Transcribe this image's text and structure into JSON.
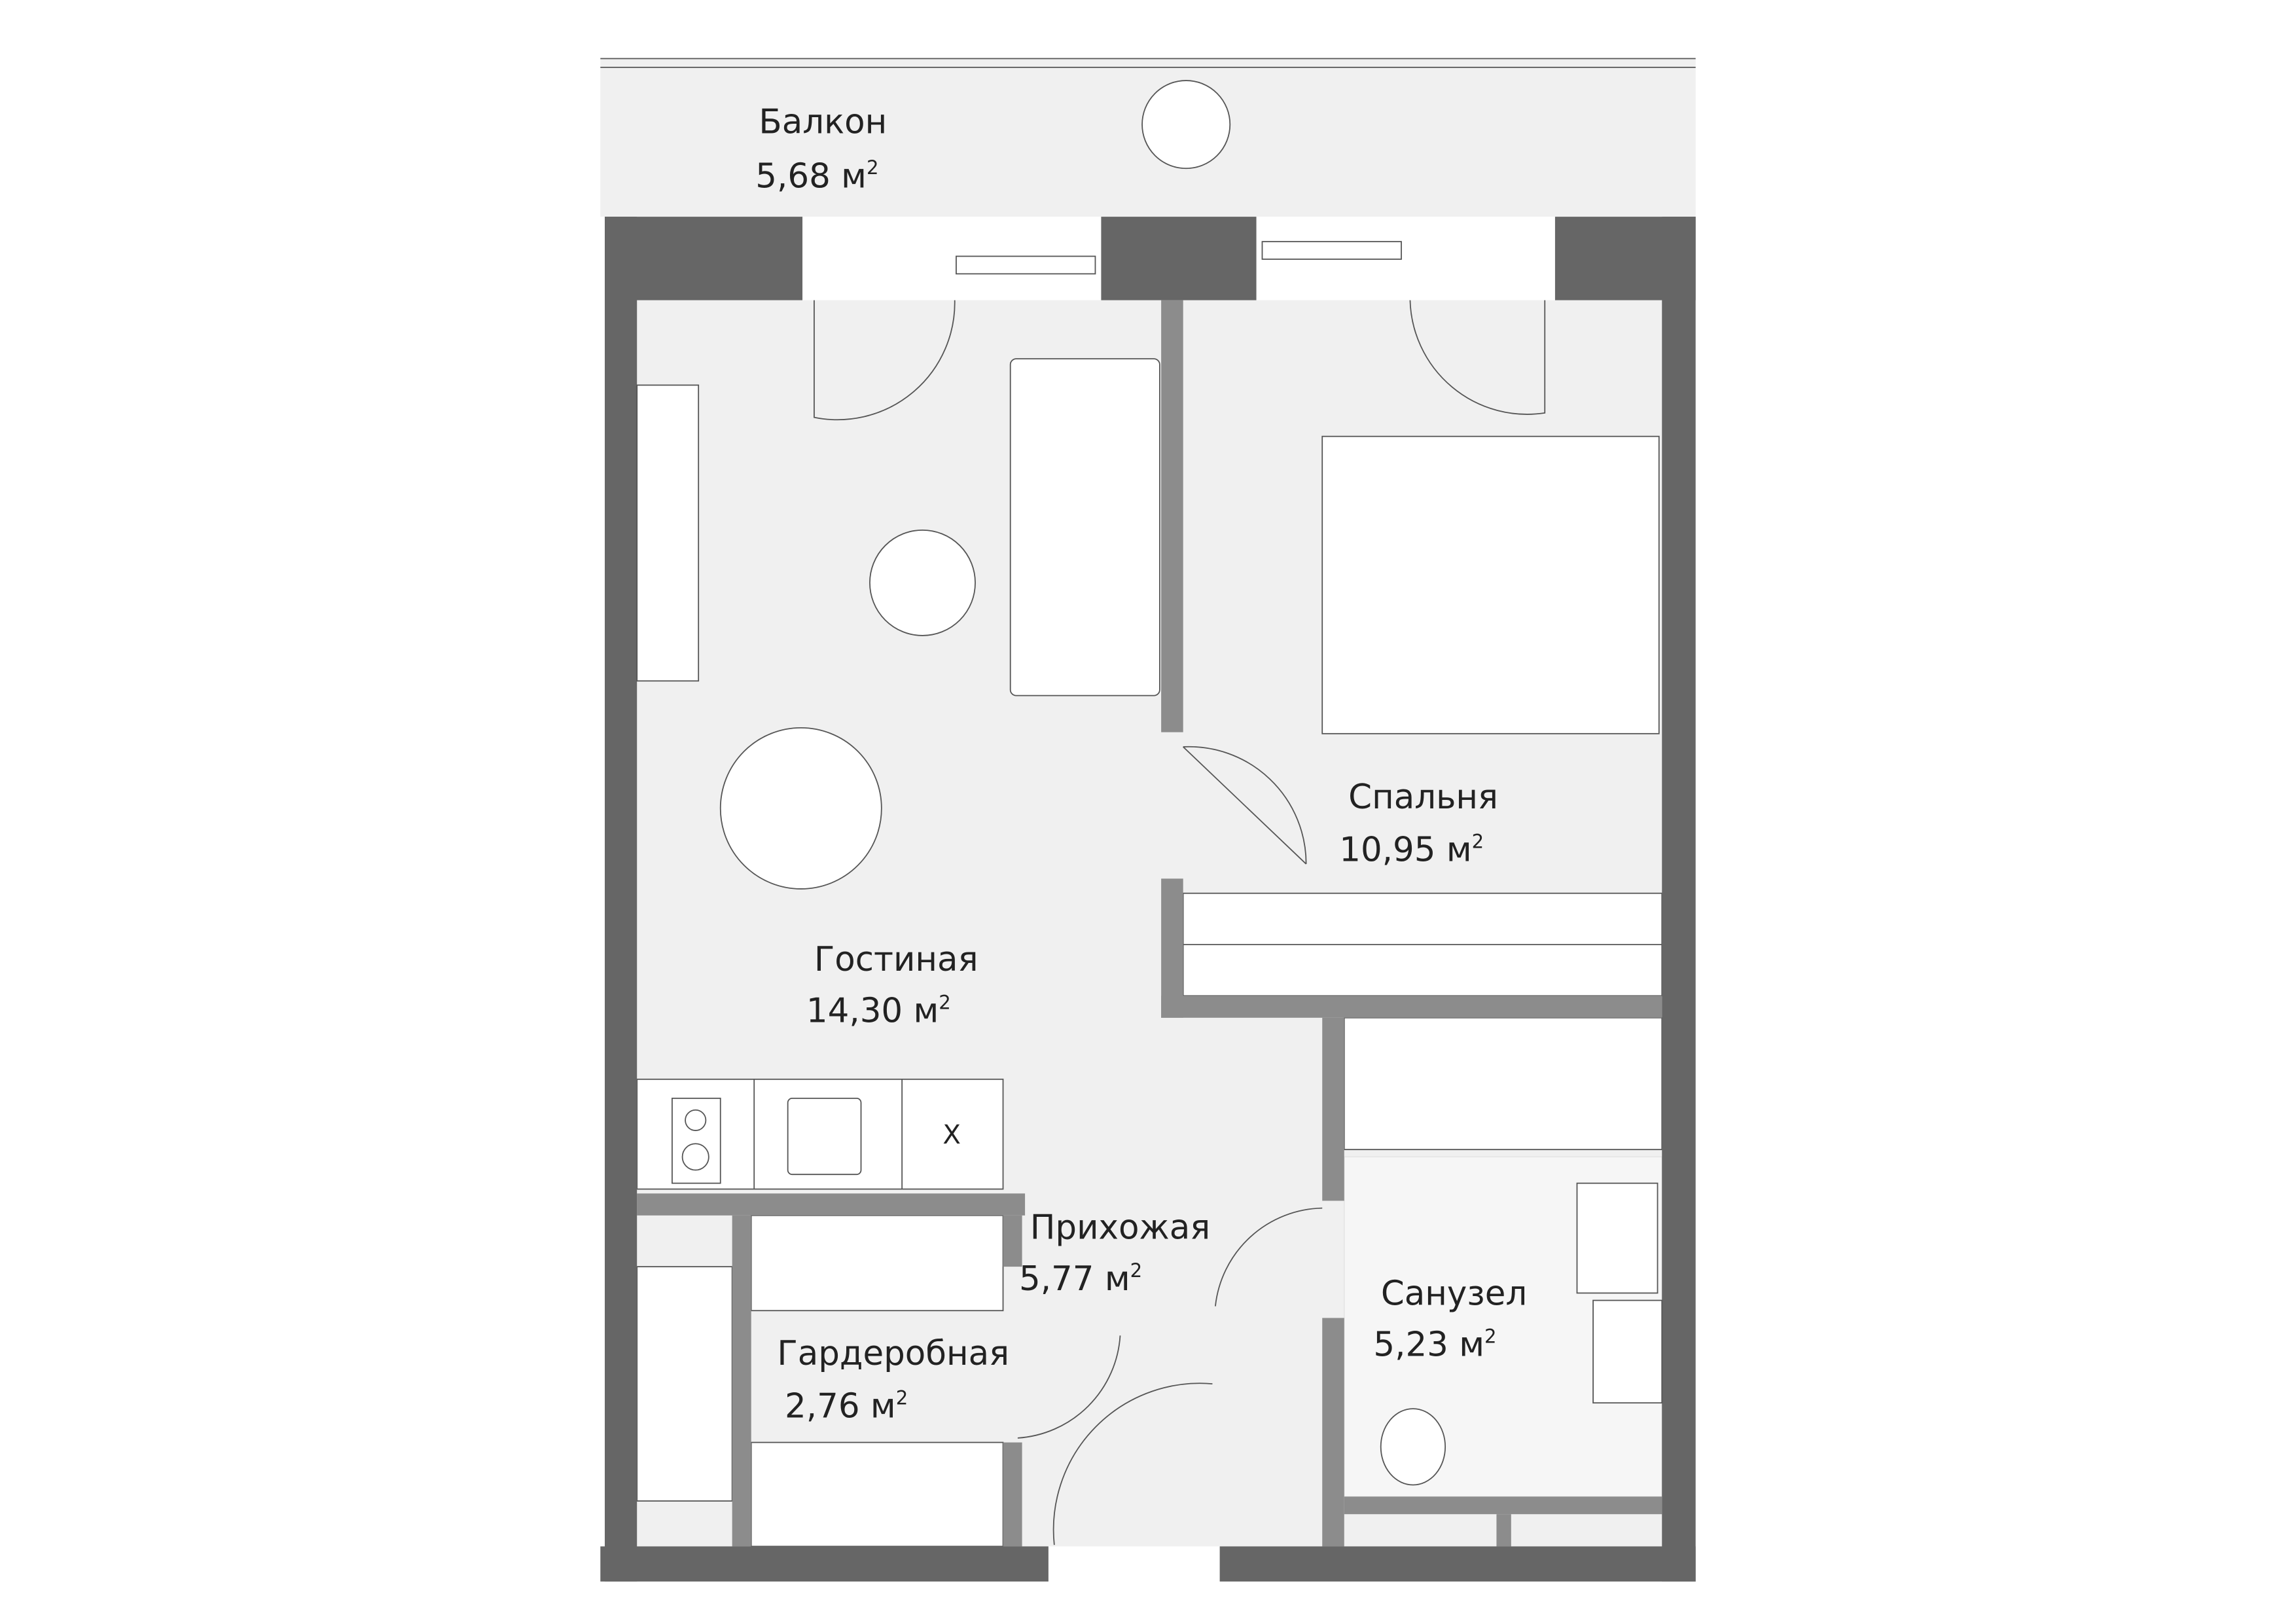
{
  "rooms": {
    "balcony": {
      "name": "Балкон",
      "area": "5,68 м",
      "unit_sup": "2"
    },
    "bedroom": {
      "name": "Спальня",
      "area": "10,95 м",
      "unit_sup": "2"
    },
    "living": {
      "name": "Гостиная",
      "area": "14,30 м",
      "unit_sup": "2"
    },
    "hallway": {
      "name": "Прихожая",
      "area": "5,77 м",
      "unit_sup": "2"
    },
    "wardrobe": {
      "name": "Гардеробная",
      "area": "2,76 м",
      "unit_sup": "2"
    },
    "bathroom": {
      "name": "Санузел",
      "area": "5,23 м",
      "unit_sup": "2"
    }
  },
  "kitchen": {
    "fridge_mark": "X"
  },
  "colors": {
    "outer_wall": "#666666",
    "inner_wall": "#8c8c8c",
    "floor": "#f0f0f0",
    "tile": "#f4f4f4"
  }
}
